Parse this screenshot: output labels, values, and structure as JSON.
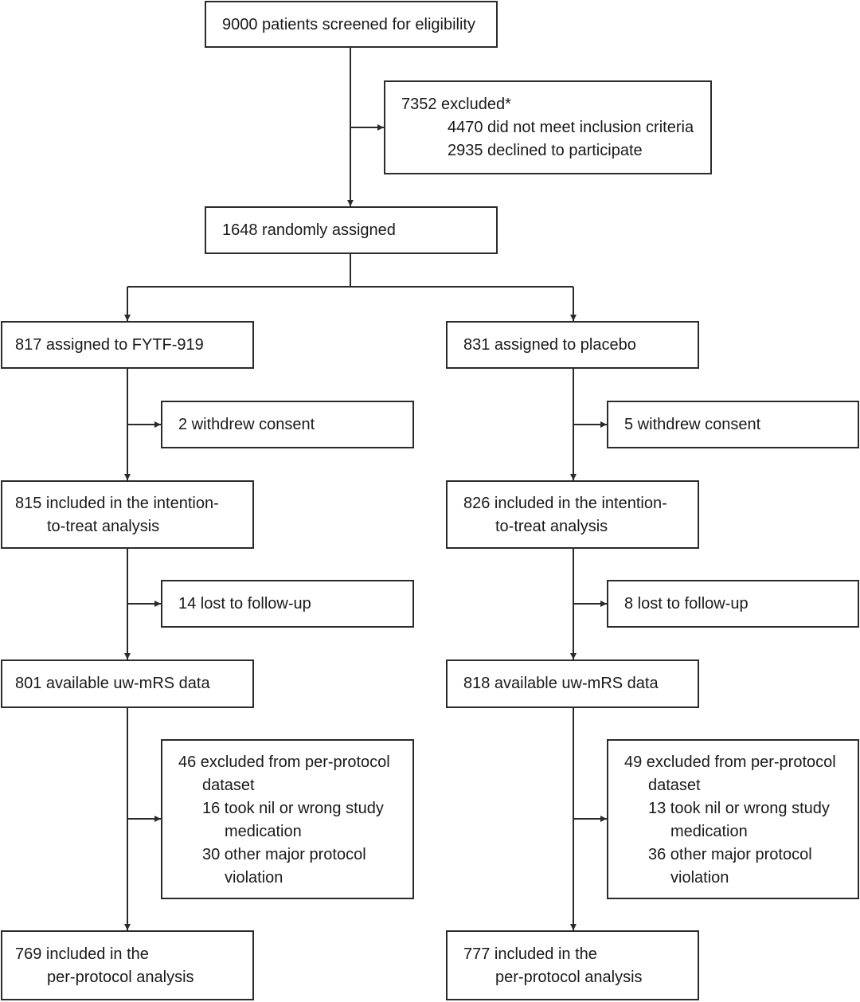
{
  "screening": {
    "text": "9000 patients screened for eligibility"
  },
  "excluded": {
    "title": "7352 excluded*",
    "items": [
      "4470 did not meet inclusion criteria",
      "2935 declined to participate"
    ]
  },
  "randomised": {
    "text": "1648 randomly assigned"
  },
  "arms": [
    {
      "assigned": "817 assigned to FYTF-919",
      "withdrew": "2 withdrew consent",
      "itt": [
        "815 included in the intention-",
        "to-treat analysis"
      ],
      "lost": "14 lost to follow-up",
      "available": "801 available uw-mRS data",
      "pp_excluded": {
        "title": "46 excluded from per-protocol",
        "title_cont": "dataset",
        "items": [
          {
            "line1": "16 took nil or wrong study",
            "line2": "medication"
          },
          {
            "line1": "30 other major protocol",
            "line2": "violation"
          }
        ]
      },
      "per_protocol": [
        "769 included in the",
        "per-protocol analysis"
      ]
    },
    {
      "assigned": "831 assigned to placebo",
      "withdrew": "5 withdrew consent",
      "itt": [
        "826 included in the intention-",
        "to-treat analysis"
      ],
      "lost": "8 lost to follow-up",
      "available": "818 available uw-mRS data",
      "pp_excluded": {
        "title": "49 excluded from per-protocol",
        "title_cont": "dataset",
        "items": [
          {
            "line1": "13 took nil or wrong study",
            "line2": "medication"
          },
          {
            "line1": "36 other major protocol",
            "line2": "violation"
          }
        ]
      },
      "per_protocol": [
        "777 included in the",
        "per-protocol analysis"
      ]
    }
  ]
}
